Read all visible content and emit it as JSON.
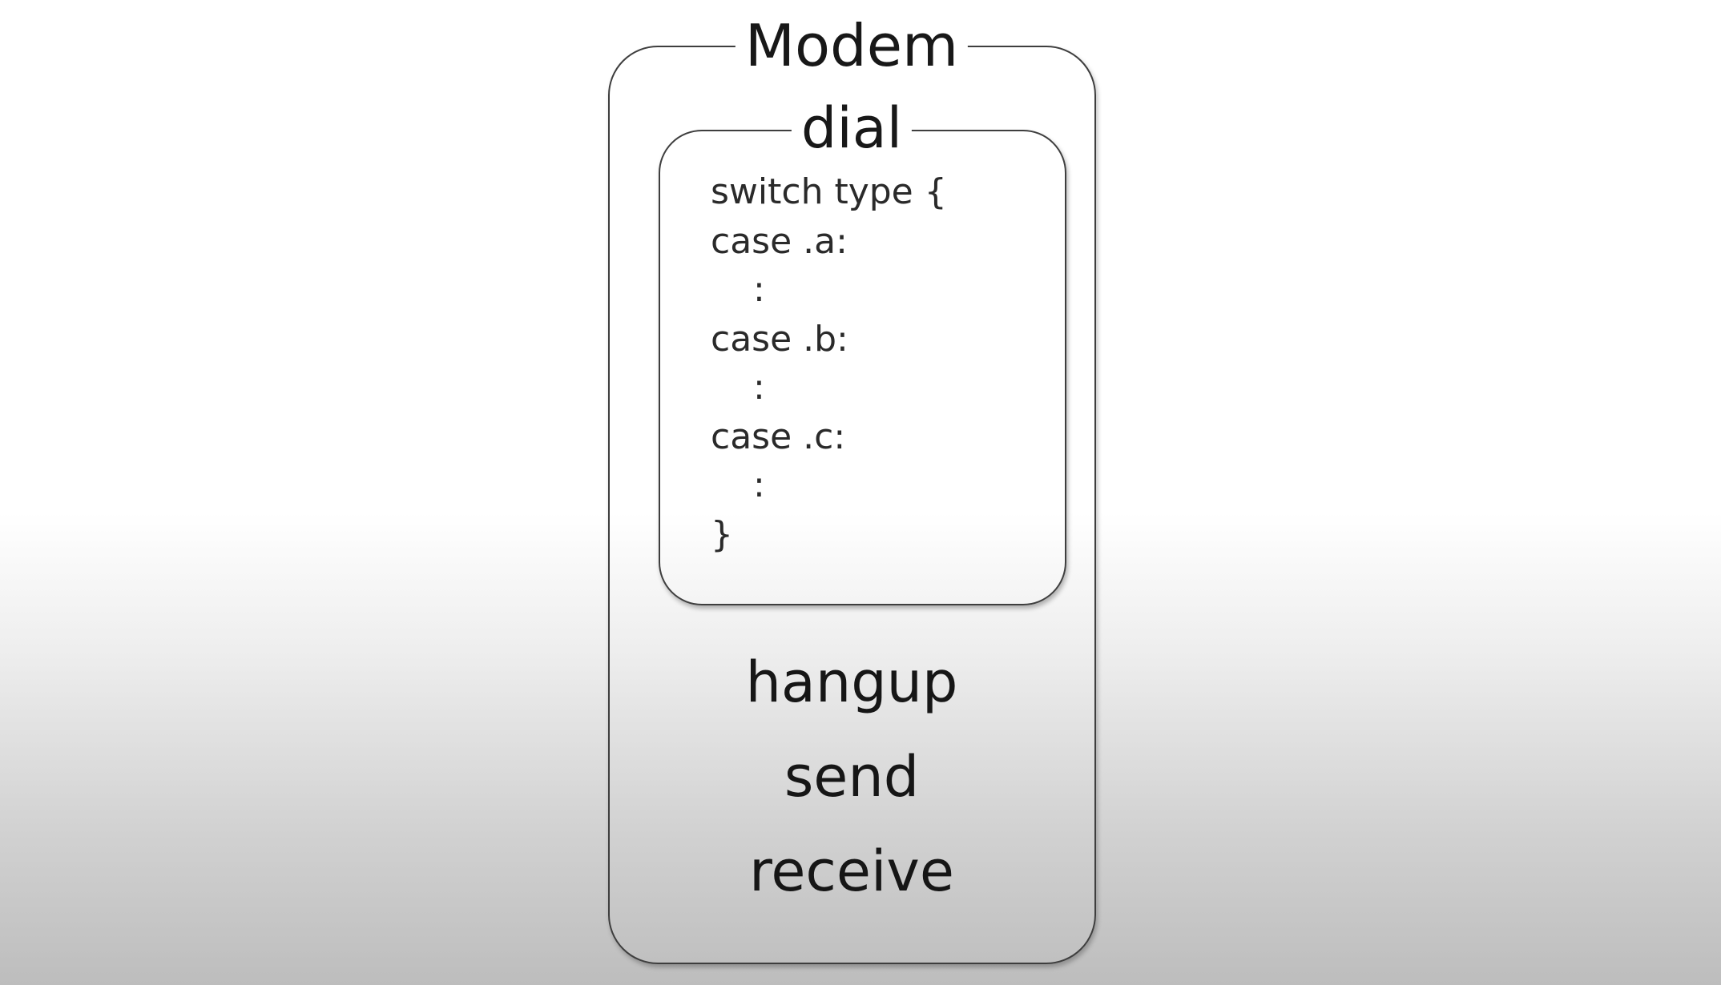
{
  "diagram": {
    "outer_box": {
      "title": "Modem"
    },
    "inner_box": {
      "title": "dial",
      "code_lines": [
        "switch type {",
        "case .a:",
        ":",
        "case .b:",
        ":",
        "case .c:",
        ":",
        "}"
      ]
    },
    "methods": [
      "hangup",
      "send",
      "receive"
    ]
  },
  "colors": {
    "border": "#3e3e3e",
    "text": "#1c1c1c",
    "background_top": "#ffffff",
    "background_bottom": "#bdbdbd"
  }
}
